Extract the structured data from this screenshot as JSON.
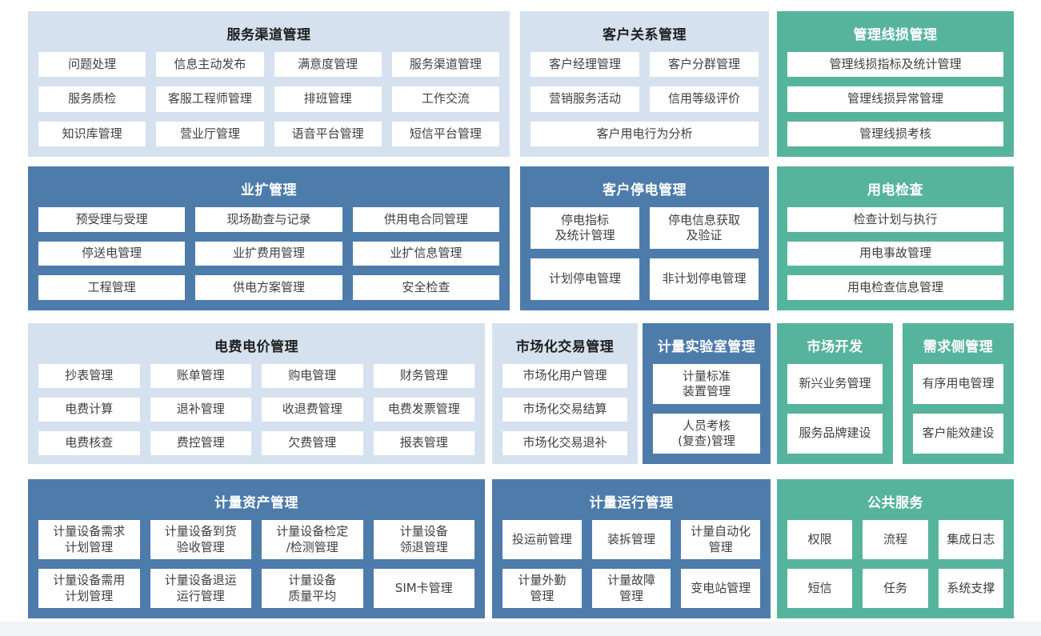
{
  "colors": {
    "light_blue_block": "#d5e1ee",
    "dark_blue_block": "#4d7cab",
    "teal_block": "#57b49c",
    "item_box_bg": "#ffffff",
    "item_text": "#3f3f3f",
    "title_on_light": "#1f1f1f",
    "title_on_dark": "#ffffff",
    "bottom_strip": "#f2f3f4"
  },
  "blocks": [
    {
      "title": "服务渠道管理",
      "items": [
        {
          "label": "问题处理"
        },
        {
          "label": "信息主动发布"
        },
        {
          "label": "满意度管理"
        },
        {
          "label": "服务渠道管理"
        },
        {
          "label": "服务质检"
        },
        {
          "label": "客服工程师管理"
        },
        {
          "label": "排班管理"
        },
        {
          "label": "工作交流"
        },
        {
          "label": "知识库管理"
        },
        {
          "label": "营业厅管理"
        },
        {
          "label": "语音平台管理"
        },
        {
          "label": "短信平台管理"
        }
      ]
    },
    {
      "title": "客户关系管理",
      "items": [
        {
          "label": "客户经理管理"
        },
        {
          "label": "客户分群管理"
        },
        {
          "label": "营销服务活动"
        },
        {
          "label": "信用等级评价"
        },
        {
          "label": "客户用电行为分析",
          "span": 2
        }
      ]
    },
    {
      "title": "管理线损管理",
      "items": [
        {
          "label": "管理线损指标及统计管理"
        },
        {
          "label": "管理线损异常管理"
        },
        {
          "label": "管理线损考核"
        }
      ]
    },
    {
      "title": "业扩管理",
      "items": [
        {
          "label": "预受理与受理"
        },
        {
          "label": "现场勘查与记录"
        },
        {
          "label": "供用电合同管理"
        },
        {
          "label": "停送电管理"
        },
        {
          "label": "业扩费用管理"
        },
        {
          "label": "业扩信息管理"
        },
        {
          "label": "工程管理"
        },
        {
          "label": "供电方案管理"
        },
        {
          "label": "安全检查"
        }
      ]
    },
    {
      "title": "客户停电管理",
      "items": [
        {
          "label": "停电指标\n及统计管理"
        },
        {
          "label": "停电信息获取\n及验证"
        },
        {
          "label": "计划停电管理"
        },
        {
          "label": "非计划停电管理"
        }
      ]
    },
    {
      "title": "用电检查",
      "items": [
        {
          "label": "检查计划与执行"
        },
        {
          "label": "用电事故管理"
        },
        {
          "label": "用电检查信息管理"
        }
      ]
    },
    {
      "title": "电费电价管理",
      "items": [
        {
          "label": "抄表管理"
        },
        {
          "label": "账单管理"
        },
        {
          "label": "购电管理"
        },
        {
          "label": "财务管理"
        },
        {
          "label": "电费计算"
        },
        {
          "label": "退补管理"
        },
        {
          "label": "收退费管理"
        },
        {
          "label": "电费发票管理"
        },
        {
          "label": "电费核查"
        },
        {
          "label": "费控管理"
        },
        {
          "label": "欠费管理"
        },
        {
          "label": "报表管理"
        }
      ]
    },
    {
      "title": "市场化交易管理",
      "items": [
        {
          "label": "市场化用户管理"
        },
        {
          "label": "市场化交易结算"
        },
        {
          "label": "市场化交易退补"
        }
      ]
    },
    {
      "title": "计量实验室管理",
      "items": [
        {
          "label": "计量标准\n装置管理"
        },
        {
          "label": "人员考核\n(复查)管理"
        }
      ]
    },
    {
      "title": "市场开发",
      "items": [
        {
          "label": "新兴业务管理"
        },
        {
          "label": "服务品牌建设"
        }
      ]
    },
    {
      "title": "需求侧管理",
      "items": [
        {
          "label": "有序用电管理"
        },
        {
          "label": "客户能效建设"
        }
      ]
    },
    {
      "title": "计量资产管理",
      "items": [
        {
          "label": "计量设备需求\n计划管理"
        },
        {
          "label": "计量设备到货\n验收管理"
        },
        {
          "label": "计量设备检定\n/检测管理"
        },
        {
          "label": "计量设备\n领退管理"
        },
        {
          "label": "计量设备需用\n计划管理"
        },
        {
          "label": "计量设备退运\n运行管理"
        },
        {
          "label": "计量设备\n质量平均"
        },
        {
          "label": "SIM卡管理"
        }
      ]
    },
    {
      "title": "计量运行管理",
      "items": [
        {
          "label": "投运前管理"
        },
        {
          "label": "装拆管理"
        },
        {
          "label": "计量自动化\n管理"
        },
        {
          "label": "计量外勤\n管理"
        },
        {
          "label": "计量故障\n管理"
        },
        {
          "label": "变电站管理"
        }
      ]
    },
    {
      "title": "公共服务",
      "items": [
        {
          "label": "权限"
        },
        {
          "label": "流程"
        },
        {
          "label": "集成日志"
        },
        {
          "label": "短信"
        },
        {
          "label": "任务"
        },
        {
          "label": "系统支撑"
        }
      ]
    }
  ]
}
